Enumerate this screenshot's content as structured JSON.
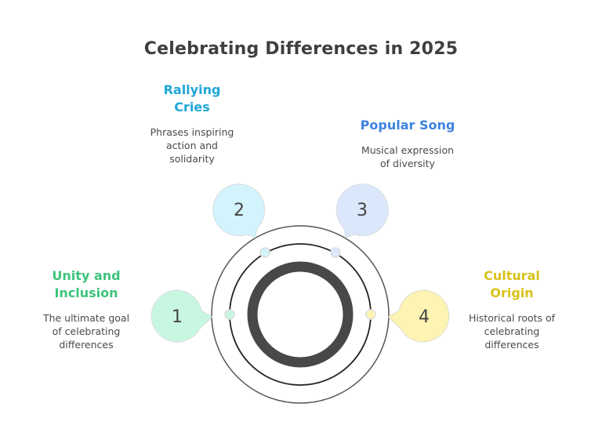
{
  "title": "Celebrating Differences in 2025",
  "items": [
    {
      "number": "1",
      "heading": "Unity and Inclusion",
      "heading_lines": [
        "Unity and",
        "Inclusion"
      ],
      "description_lines": [
        "The ultimate goal",
        "of celebrating",
        "differences"
      ],
      "color": "#3cc47c",
      "fill": "#c8f7e1"
    },
    {
      "number": "2",
      "heading": "Rallying Cries",
      "heading_lines": [
        "Rallying",
        "Cries"
      ],
      "description_lines": [
        "Phrases inspiring",
        "action and",
        "solidarity"
      ],
      "color": "#1fa7d6",
      "fill": "#d3f3fd"
    },
    {
      "number": "3",
      "heading": "Popular Song",
      "heading_lines": [
        "Popular Song"
      ],
      "description_lines": [
        "Musical expression",
        "of diversity"
      ],
      "color": "#3d82e0",
      "fill": "#dbe7fb"
    },
    {
      "number": "4",
      "heading": "Cultural Origin",
      "heading_lines": [
        "Cultural",
        "Origin"
      ],
      "description_lines": [
        "Historical roots of",
        "celebrating",
        "differences"
      ],
      "color": "#d9c21a",
      "fill": "#fdf3b2"
    }
  ]
}
